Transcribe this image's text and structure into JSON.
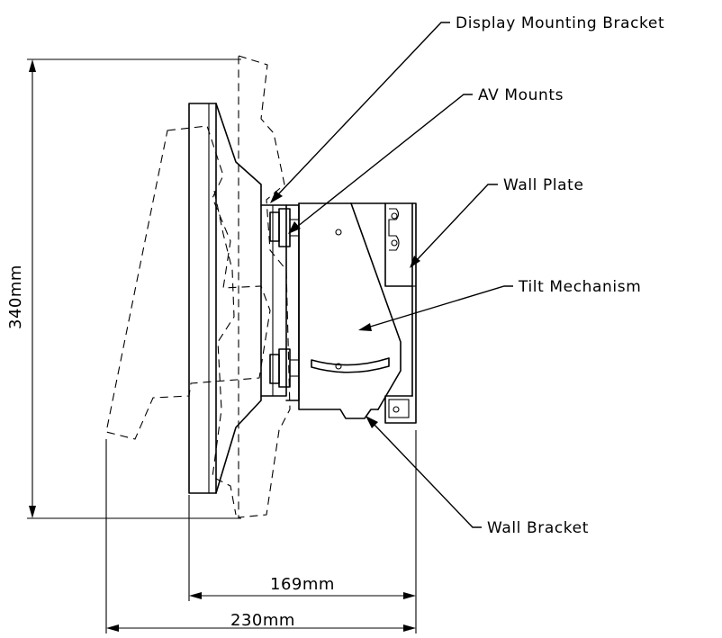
{
  "labels": {
    "display_mounting_bracket": "Display Mounting Bracket",
    "av_mounts": "AV Mounts",
    "wall_plate": "Wall Plate",
    "tilt_mechanism": "Tilt Mechanism",
    "wall_bracket": "Wall Bracket"
  },
  "dimensions": {
    "height": "340mm",
    "depth_min": "169mm",
    "depth_max": "230mm"
  }
}
